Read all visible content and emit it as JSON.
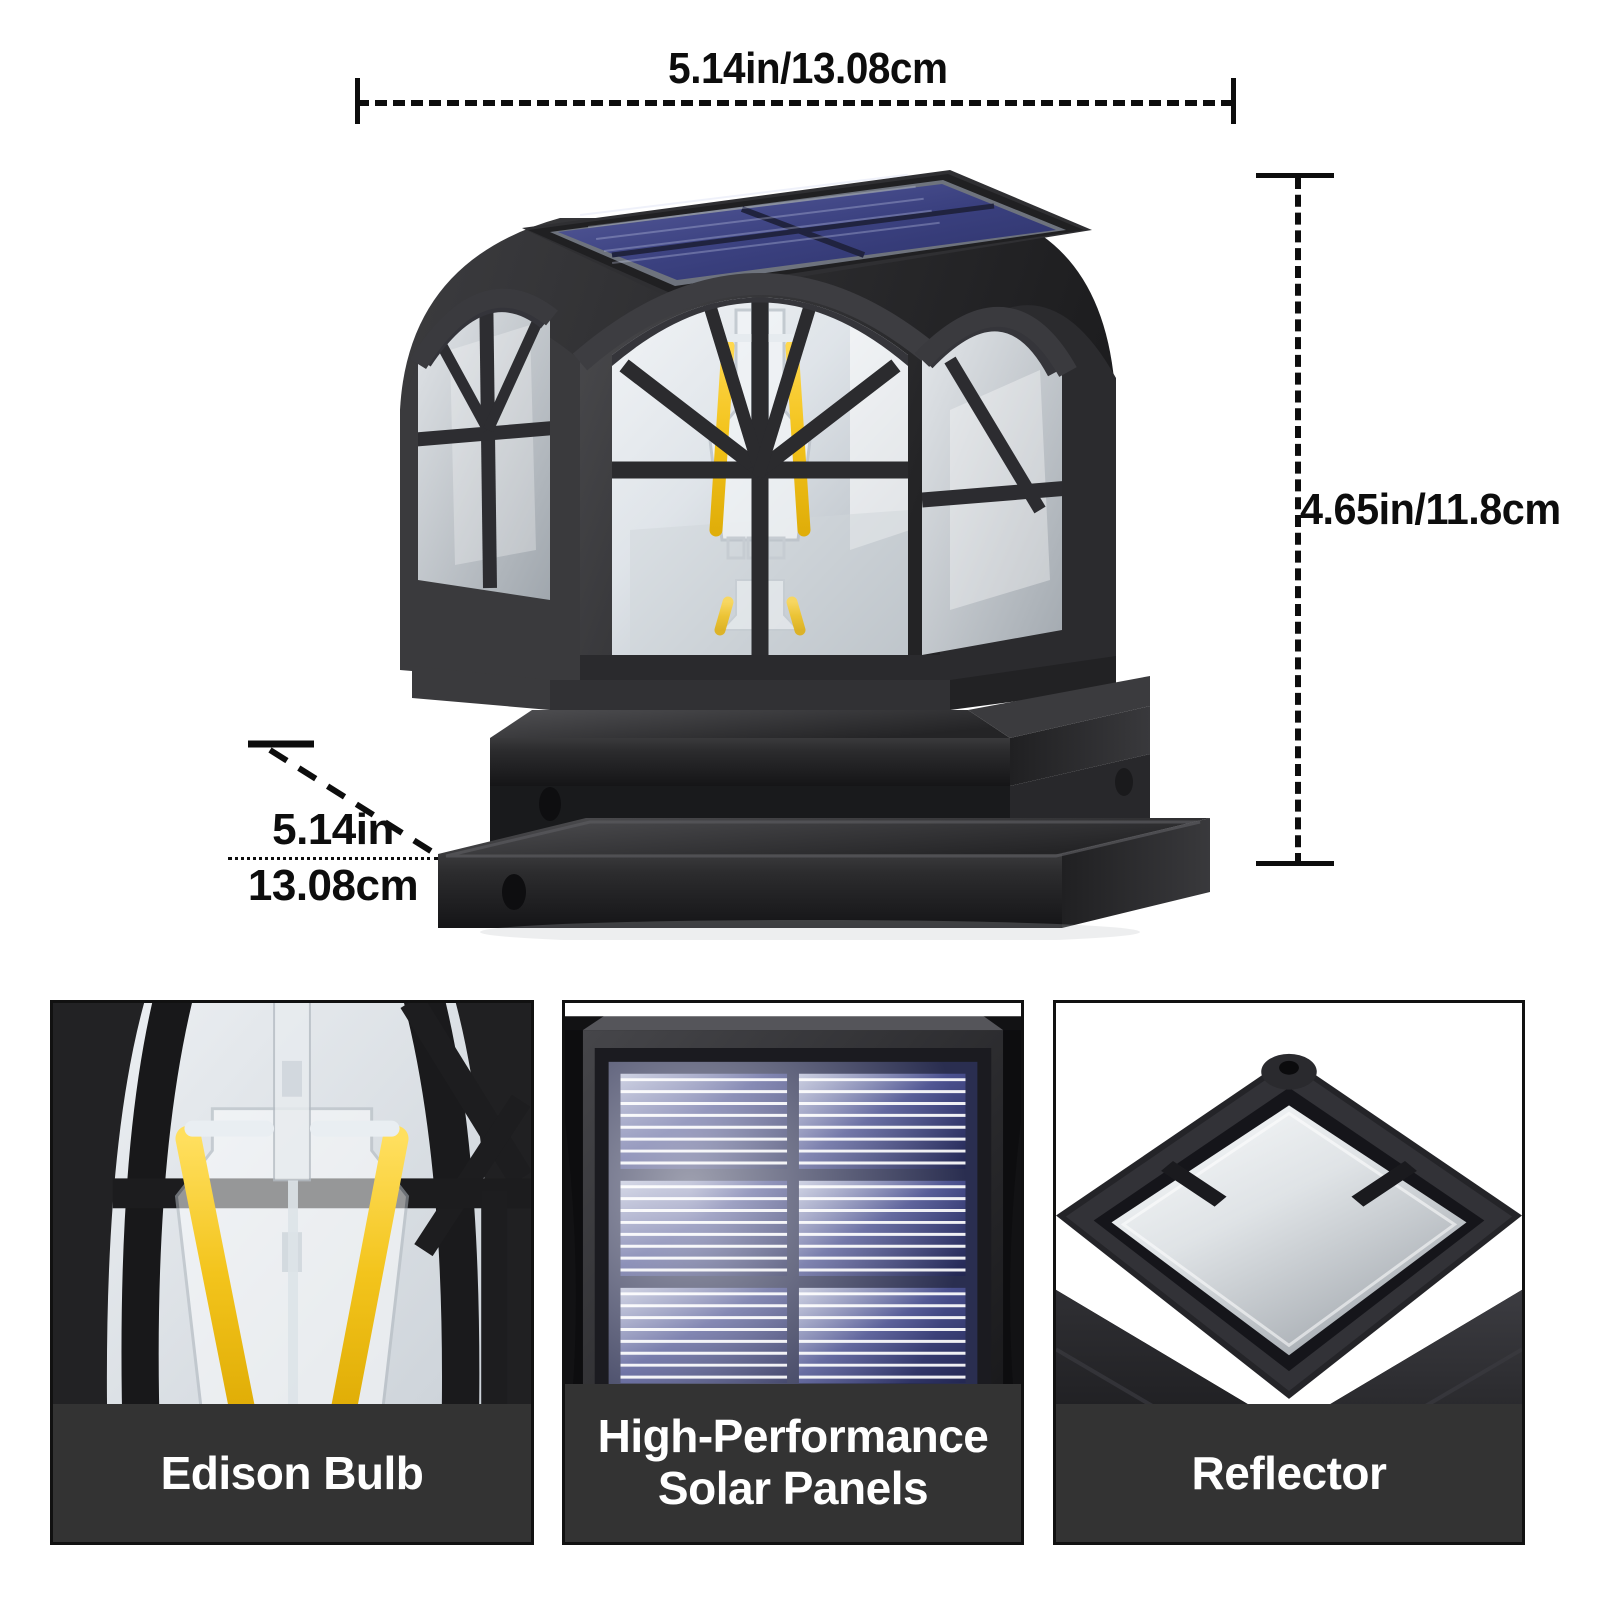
{
  "background_color": "#ffffff",
  "dimensions": {
    "width_label": "5.14in/13.08cm",
    "height_label": "4.65in/11.8cm",
    "depth_label_in": "5.14in",
    "depth_label_cm": "13.08cm"
  },
  "product": {
    "name": "solar-post-cap-light",
    "body_color": "#2e2e30",
    "solar_panel_color": "#3b3f77",
    "filament_color": "#f5c316",
    "glass_color": "#e9edf1"
  },
  "panels": [
    {
      "id": "edison-bulb",
      "caption_line1": "Edison Bulb",
      "caption_line2": "",
      "caption_bg": "#333333",
      "caption_color": "#ffffff"
    },
    {
      "id": "solar-panels",
      "caption_line1": "High-Performance",
      "caption_line2": "Solar Panels",
      "caption_bg": "#333333",
      "caption_color": "#ffffff"
    },
    {
      "id": "reflector",
      "caption_line1": "Reflector",
      "caption_line2": "",
      "caption_bg": "#333333",
      "caption_color": "#ffffff"
    }
  ]
}
